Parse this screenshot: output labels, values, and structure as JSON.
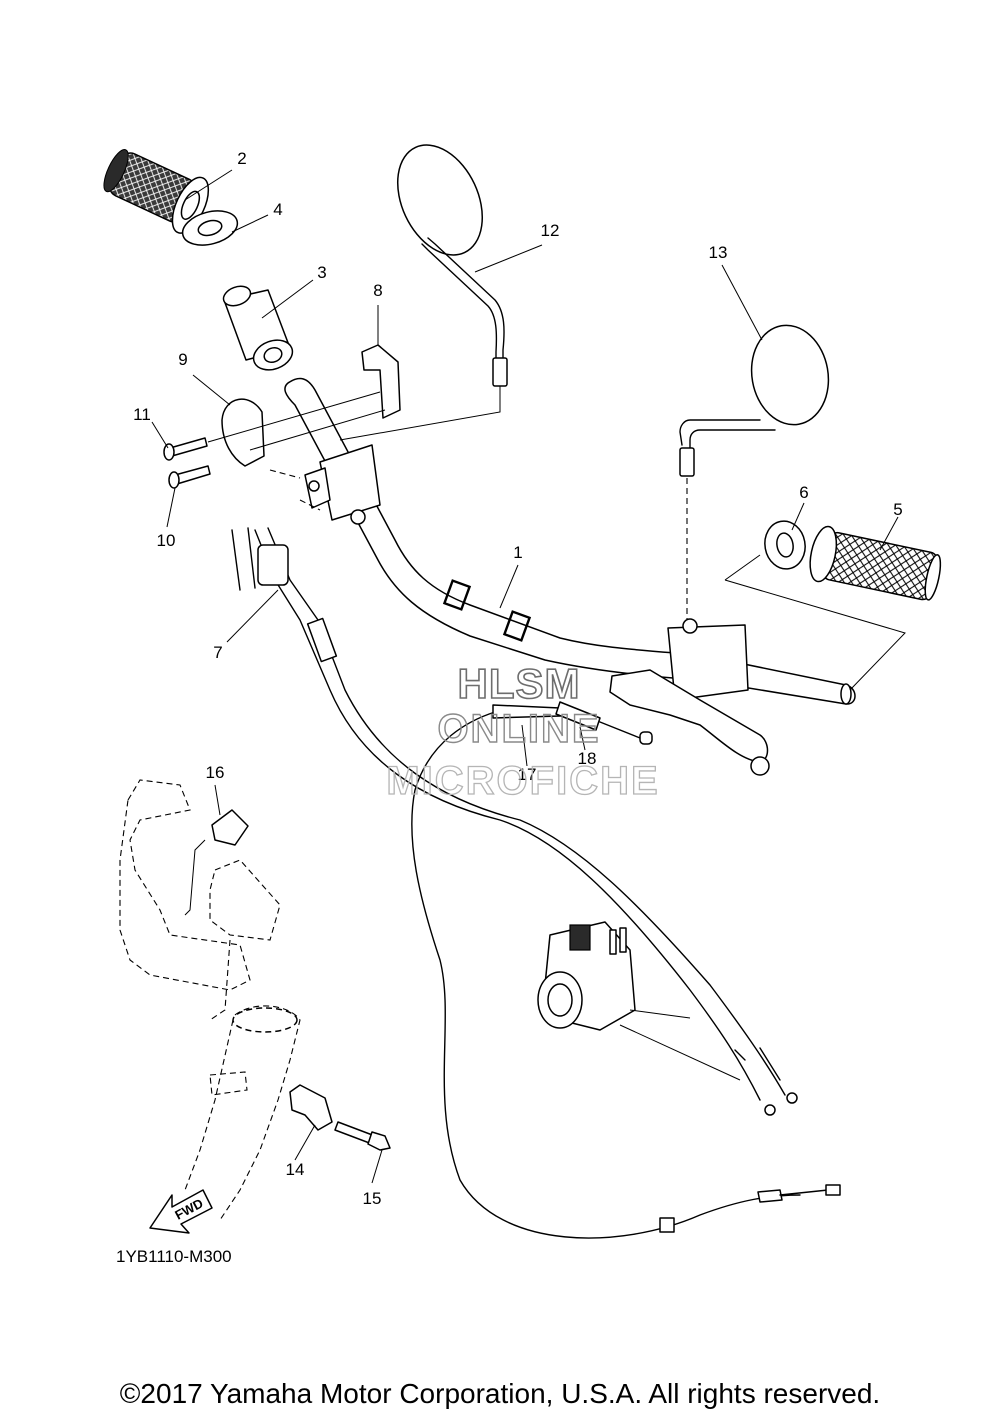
{
  "diagram": {
    "code": "1YB1110-M300",
    "fwd_label": "FWD",
    "callouts": [
      "1",
      "2",
      "3",
      "4",
      "5",
      "6",
      "7",
      "8",
      "9",
      "10",
      "11",
      "12",
      "13",
      "14",
      "15",
      "16",
      "17",
      "18"
    ],
    "watermark": [
      "HLSM",
      "ONLINE",
      "MICROFICHE"
    ]
  },
  "footer": {
    "copyright": "©2017 Yamaha Motor Corporation, U.S.A. All rights reserved."
  },
  "colors": {
    "line": "#000000",
    "background": "#ffffff",
    "watermark": "#8a8a8a"
  }
}
